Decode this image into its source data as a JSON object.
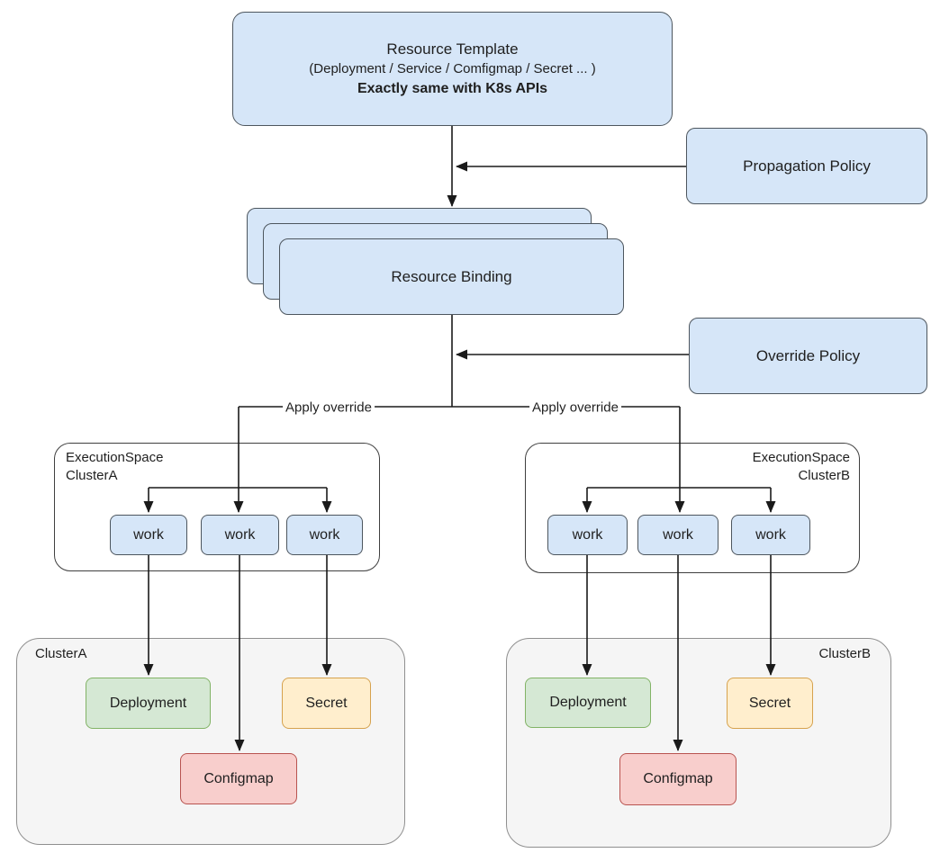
{
  "colors": {
    "node_blue_fill": "#d6e6f8",
    "node_blue_border": "#4d565e",
    "node_green_fill": "#d5e8d4",
    "node_green_border": "#82b366",
    "node_orange_fill": "#ffeecd",
    "node_orange_border": "#d6a24e",
    "node_red_fill": "#f8cecc",
    "node_red_border": "#b85450",
    "cluster_fill": "#f5f5f5",
    "cluster_border": "#8f8f8f",
    "line_color": "#1a1a1a"
  },
  "diagram": {
    "resource_template": {
      "title": "Resource Template",
      "subtitle": "(Deployment / Service / Comfigmap / Secret ... )",
      "note": "Exactly same with K8s APIs"
    },
    "propagation_policy": {
      "label": "Propagation Policy"
    },
    "resource_binding": {
      "label": "Resource Binding"
    },
    "override_policy": {
      "label": "Override Policy"
    },
    "edges": {
      "apply_override_left": "Apply override",
      "apply_override_right": "Apply override"
    },
    "execution_space_a": {
      "title": "ExecutionSpace",
      "cluster": "ClusterA",
      "works": [
        "work",
        "work",
        "work"
      ]
    },
    "execution_space_b": {
      "title": "ExecutionSpace",
      "cluster": "ClusterB",
      "works": [
        "work",
        "work",
        "work"
      ]
    },
    "cluster_a": {
      "label": "ClusterA",
      "deployment": "Deployment",
      "secret": "Secret",
      "configmap": "Configmap"
    },
    "cluster_b": {
      "label": "ClusterB",
      "deployment": "Deployment",
      "secret": "Secret",
      "configmap": "Configmap"
    }
  }
}
